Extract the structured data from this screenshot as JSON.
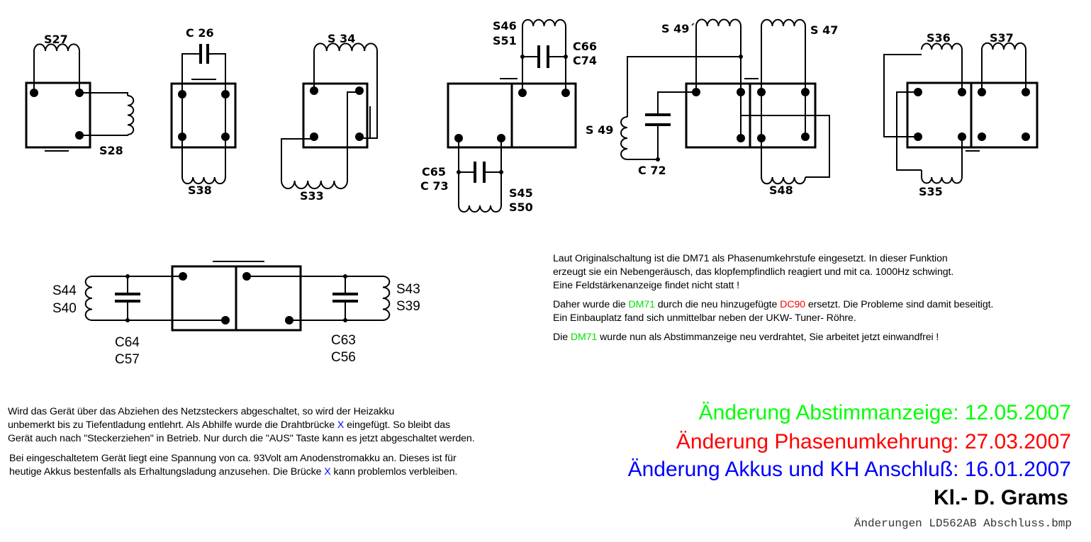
{
  "labels": {
    "s27": "S27",
    "s28": "S28",
    "c26": "C 26",
    "s38": "S38",
    "s34": "S 34",
    "s33": "S33",
    "s46": "S46",
    "s51": "S51",
    "c66": "C66",
    "c74": "C74",
    "c65": "C65",
    "c73": "C 73",
    "s45": "S45",
    "s50": "S50",
    "s49p": "S 49´",
    "s47": "S 47",
    "s49": "S 49",
    "c72": "C 72",
    "s48": "S48",
    "s36": "S36",
    "s37": "S37",
    "s35": "S35",
    "s44": "S44",
    "s40": "S40",
    "c64": "C64",
    "c57": "C57",
    "s43": "S43",
    "s39": "S39",
    "c63": "C63",
    "c56": "C56"
  },
  "notes_right": {
    "p1": [
      "Laut Originalschaltung ist die DM71 als Phasenumkehrstufe eingesetzt. In dieser Funktion",
      "erzeugt sie ein Nebengeräusch, das klopfempfindlich reagiert und mit ca. 1000Hz schwingt.",
      "Eine Feldstärkenanzeige findet nicht statt !"
    ],
    "p2_a": "Daher wurde die ",
    "p2_dm71": "DM71",
    "p2_b": " durch die neu hinzugefügte ",
    "p2_dc90": "DC90",
    "p2_c": " ersetzt. Die Probleme sind damit beseitigt.",
    "p2_line2": "Ein Einbauplatz fand sich unmittelbar neben der UKW- Tuner- Röhre.",
    "p3_a": "Die ",
    "p3_dm71": "DM71",
    "p3_b": " wurde nun als Abstimmanzeige neu verdrahtet, Sie arbeitet jetzt einwandfrei !"
  },
  "notes_left": {
    "l1": "Wird das Gerät über das Abziehen des Netzsteckers abgeschaltet, so wird der Heizakku",
    "l2_a": "unbemerkt bis zu Tiefentladung entlehrt. Als Abhilfe wurde die Drahtbrücke ",
    "x1": "X",
    "l2_b": " eingefügt. So bleibt das",
    "l3": "Gerät auch nach \"Steckerziehen\" in Betrieb. Nur durch die \"AUS\" Taste kann es jetzt abgeschaltet werden.",
    "l4": "Bei eingeschaltetem Gerät liegt eine Spannung von ca. 93Volt am Anodenstromakku an. Dieses ist für",
    "l5_a": "heutige Akkus bestenfalls als Erhaltungsladung anzusehen. Die Brücke ",
    "x2": "X",
    "l5_b": " kann problemlos verbleiben."
  },
  "changes": [
    {
      "text": "Änderung Abstimmanzeige: 12.05.2007",
      "color": "#00ff00"
    },
    {
      "text": "Änderung Phasenumkehrung: 27.03.2007",
      "color": "#ff0000"
    },
    {
      "text": "Änderung Akkus und KH Anschluß: 16.01.2007",
      "color": "#0000ff"
    }
  ],
  "author": "Kl.- D. Grams",
  "filename": "Änderungen LD562AB Abschluss.bmp"
}
